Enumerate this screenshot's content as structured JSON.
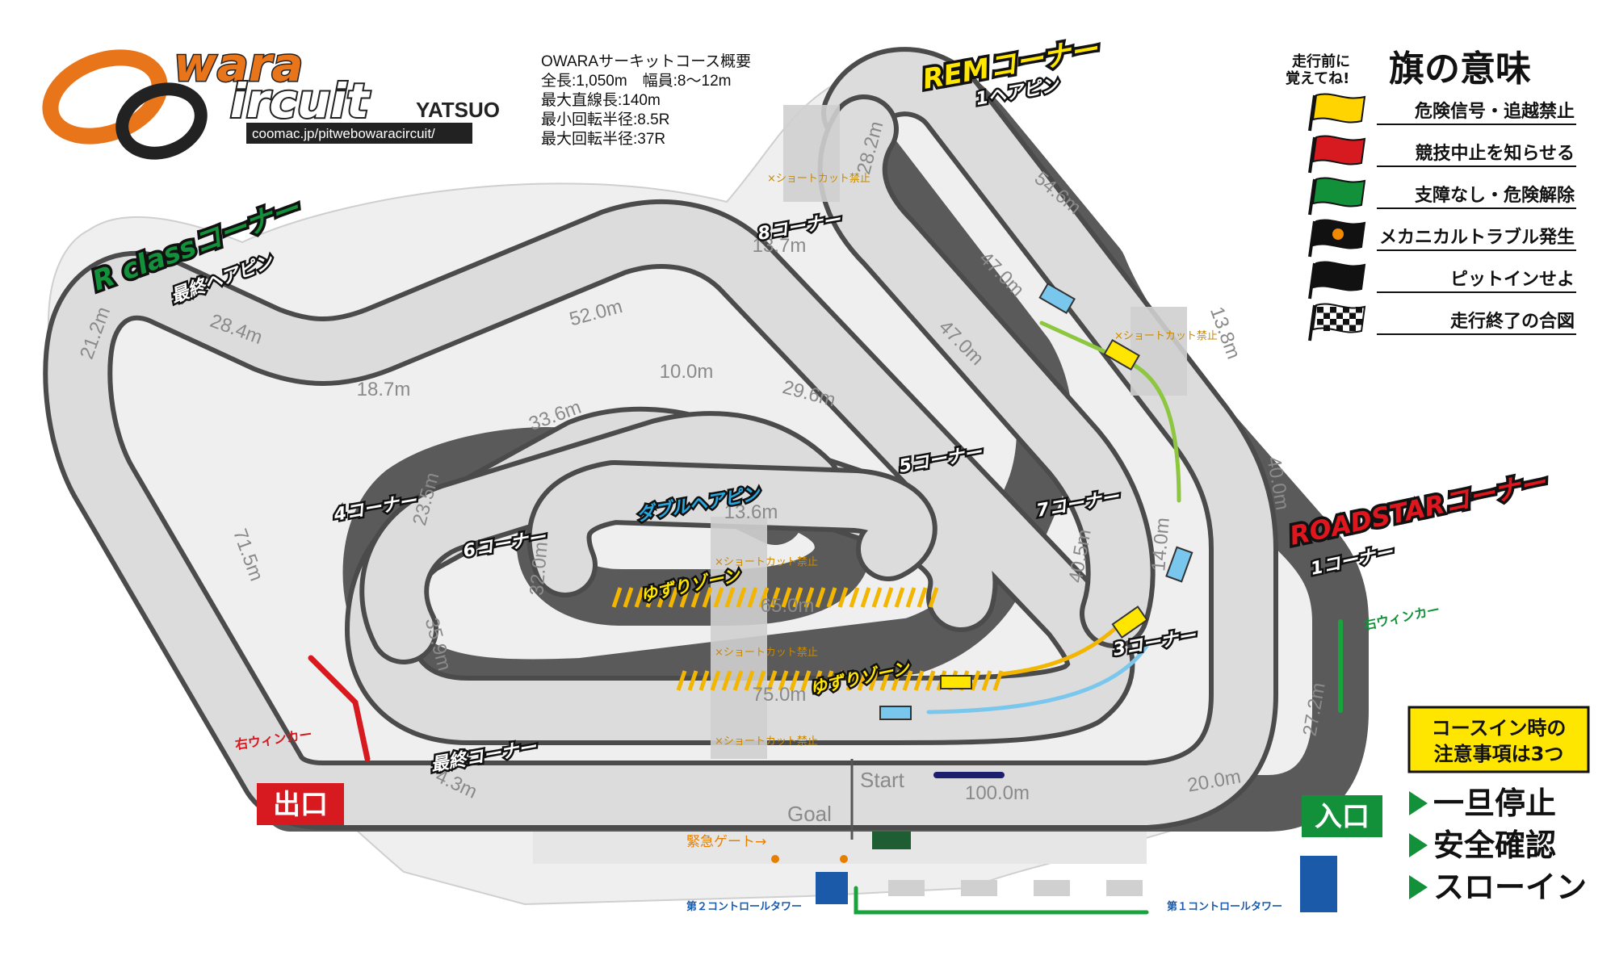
{
  "logo": {
    "line1": "wara",
    "line2": "ircuit",
    "yatsuo": "YATSUO",
    "url": "coomac.jp/pitwebowaracircuit/"
  },
  "info": {
    "title": "OWARAサーキットコース概要",
    "lines": [
      "全長:1,050m　幅員:8〜12m",
      "最大直線長:140m",
      "最小回転半径:8.5R",
      "最大回転半径:37R"
    ]
  },
  "flags": {
    "heading_small_1": "走行前に",
    "heading_small_2": "覚えてね!",
    "heading_big": "旗の意味",
    "items": [
      {
        "label": "危険信号・追越禁止",
        "color": "#ffd400"
      },
      {
        "label": "競技中止を知らせる",
        "color": "#d71920"
      },
      {
        "label": "支障なし・危険解除",
        "color": "#12913a"
      },
      {
        "label": "メカニカルトラブル発生",
        "color": "#111111"
      },
      {
        "label": "ピットインせよ",
        "color": "#111111"
      },
      {
        "label": "走行終了の合図",
        "color": "checkered"
      }
    ]
  },
  "corners": {
    "rem": "REMコーナー",
    "hairpin1": "1ヘアピン",
    "rclass": "R classコーナー",
    "final_hairpin": "最終ヘアピン",
    "roadstar": "ROADSTARコーナー",
    "c1": "1コーナー",
    "c3": "3コーナー",
    "c4": "4コーナー",
    "c5": "5コーナー",
    "c6": "6コーナー",
    "c7": "7コーナー",
    "c8": "8コーナー",
    "final": "最終コーナー",
    "double": "ダブルヘアピン"
  },
  "distances": [
    "28.2m",
    "54.6m",
    "13.7m",
    "47.0m",
    "13.8m",
    "40.0m",
    "21.2m",
    "28.4m",
    "52.0m",
    "18.7m",
    "47.0m",
    "10.0m",
    "29.6m",
    "33.6m",
    "13.6m",
    "23.5m",
    "32.0m",
    "65.0m",
    "40.5m",
    "14.0m",
    "35.9m",
    "75.0m",
    "71.5m",
    "27.2m",
    "20.0m",
    "100.0m",
    "4.3m"
  ],
  "zones": {
    "yuzuri": "ゆずりゾーン"
  },
  "shortcut_label": "×ショートカット禁止",
  "start": "Start",
  "goal": "Goal",
  "exit": "出口",
  "entrance": "入口",
  "right_winker": "右ウィンカー",
  "emergency_gate": "緊急ゲート→",
  "tower1": "第１コントロールタワー",
  "tower2": "第２コントロールタワー",
  "caution": {
    "line1": "コースイン時の",
    "line2": "注意事項は3つ"
  },
  "steps": [
    "一旦停止",
    "安全確認",
    "スローイン"
  ]
}
